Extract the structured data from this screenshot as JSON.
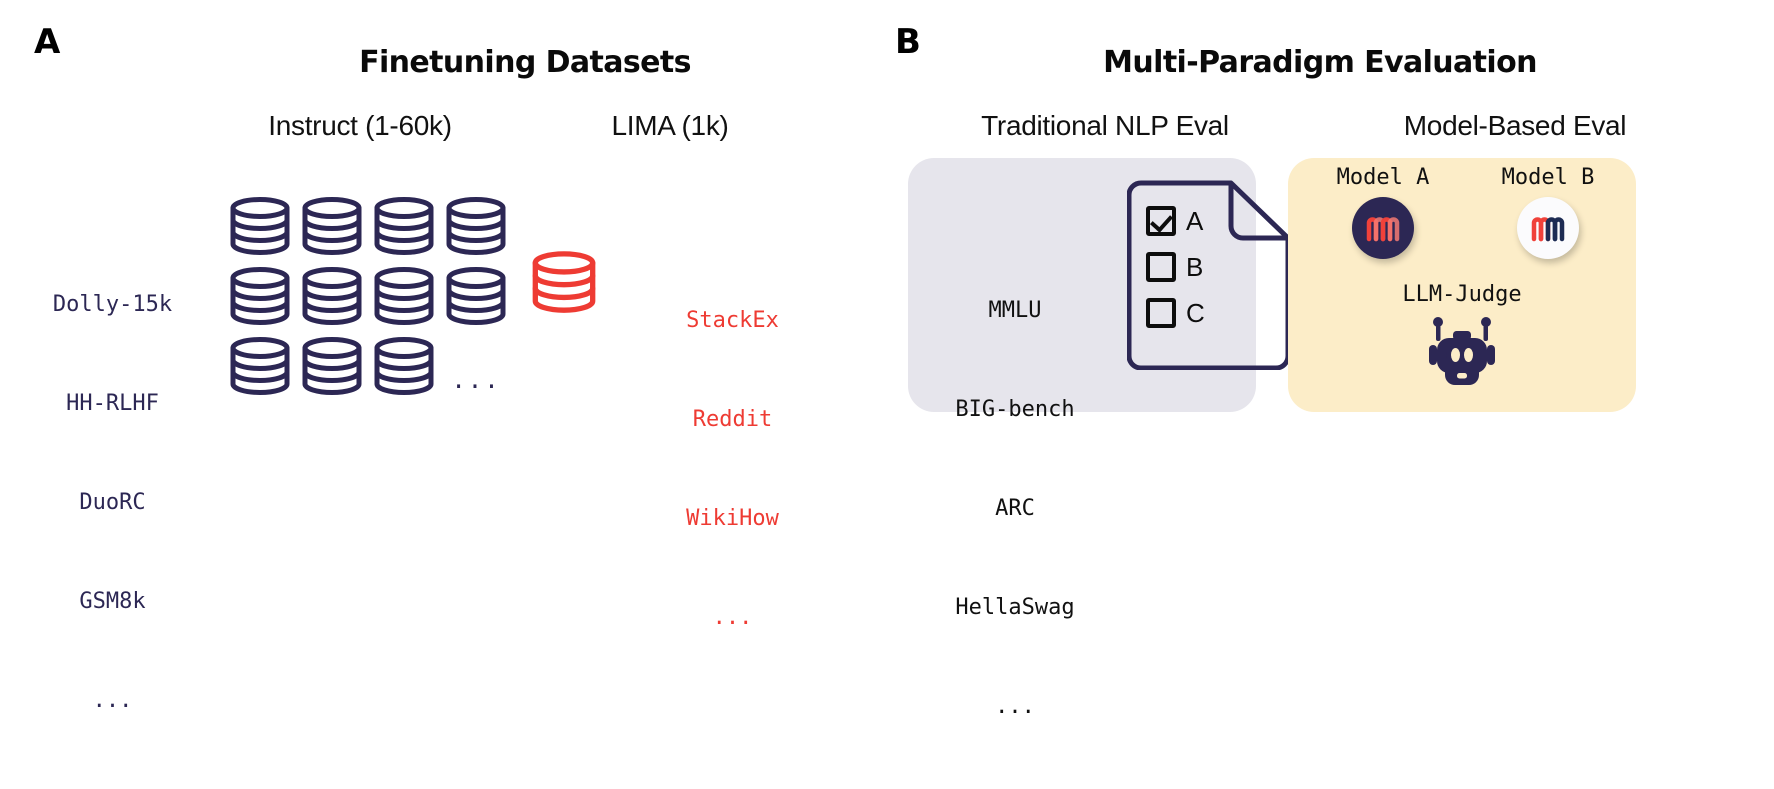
{
  "panels": {
    "a": {
      "letter": "A",
      "title": "Finetuning Datasets",
      "instruct": {
        "subtitle": "Instruct (1-60k)",
        "labels": [
          "Dolly-15k",
          "HH-RLHF",
          "DuoRC",
          "GSM8k",
          "..."
        ],
        "label_color": "#2c2754",
        "grid_columns": 4,
        "grid_rows": 3,
        "cylinder_count": 11,
        "ellipsis": "...",
        "icon": "database-cylinder-icon"
      },
      "lima": {
        "subtitle": "LIMA (1k)",
        "labels": [
          "StackEx",
          "Reddit",
          "WikiHow",
          "..."
        ],
        "label_color": "#ee3b33",
        "cylinder_count": 1,
        "icon": "database-cylinder-icon"
      }
    },
    "b": {
      "letter": "B",
      "title": "Multi-Paradigm Evaluation",
      "nlp_eval": {
        "subtitle": "Traditional NLP Eval",
        "card_color": "#e6e5ec",
        "benchmarks": [
          "MMLU",
          "BIG-bench",
          "ARC",
          "HellaSwag",
          "..."
        ],
        "document": {
          "icon": "document-page-icon",
          "outline_color": "#2c2754",
          "options": [
            {
              "letter": "A",
              "checked": true
            },
            {
              "letter": "B",
              "checked": false
            },
            {
              "letter": "C",
              "checked": false
            }
          ]
        }
      },
      "model_eval": {
        "subtitle": "Model-Based Eval",
        "card_color": "#fcedc8",
        "models": [
          {
            "label": "Model A",
            "avatar_bg": "#2c2754",
            "avatar_icon": "model-a-logo-icon"
          },
          {
            "label": "Model B",
            "avatar_bg": "#fbfbfd",
            "avatar_icon": "model-b-logo-icon"
          }
        ],
        "judge": {
          "label": "LLM-Judge",
          "icon": "robot-icon",
          "color": "#2c2754"
        }
      }
    }
  }
}
